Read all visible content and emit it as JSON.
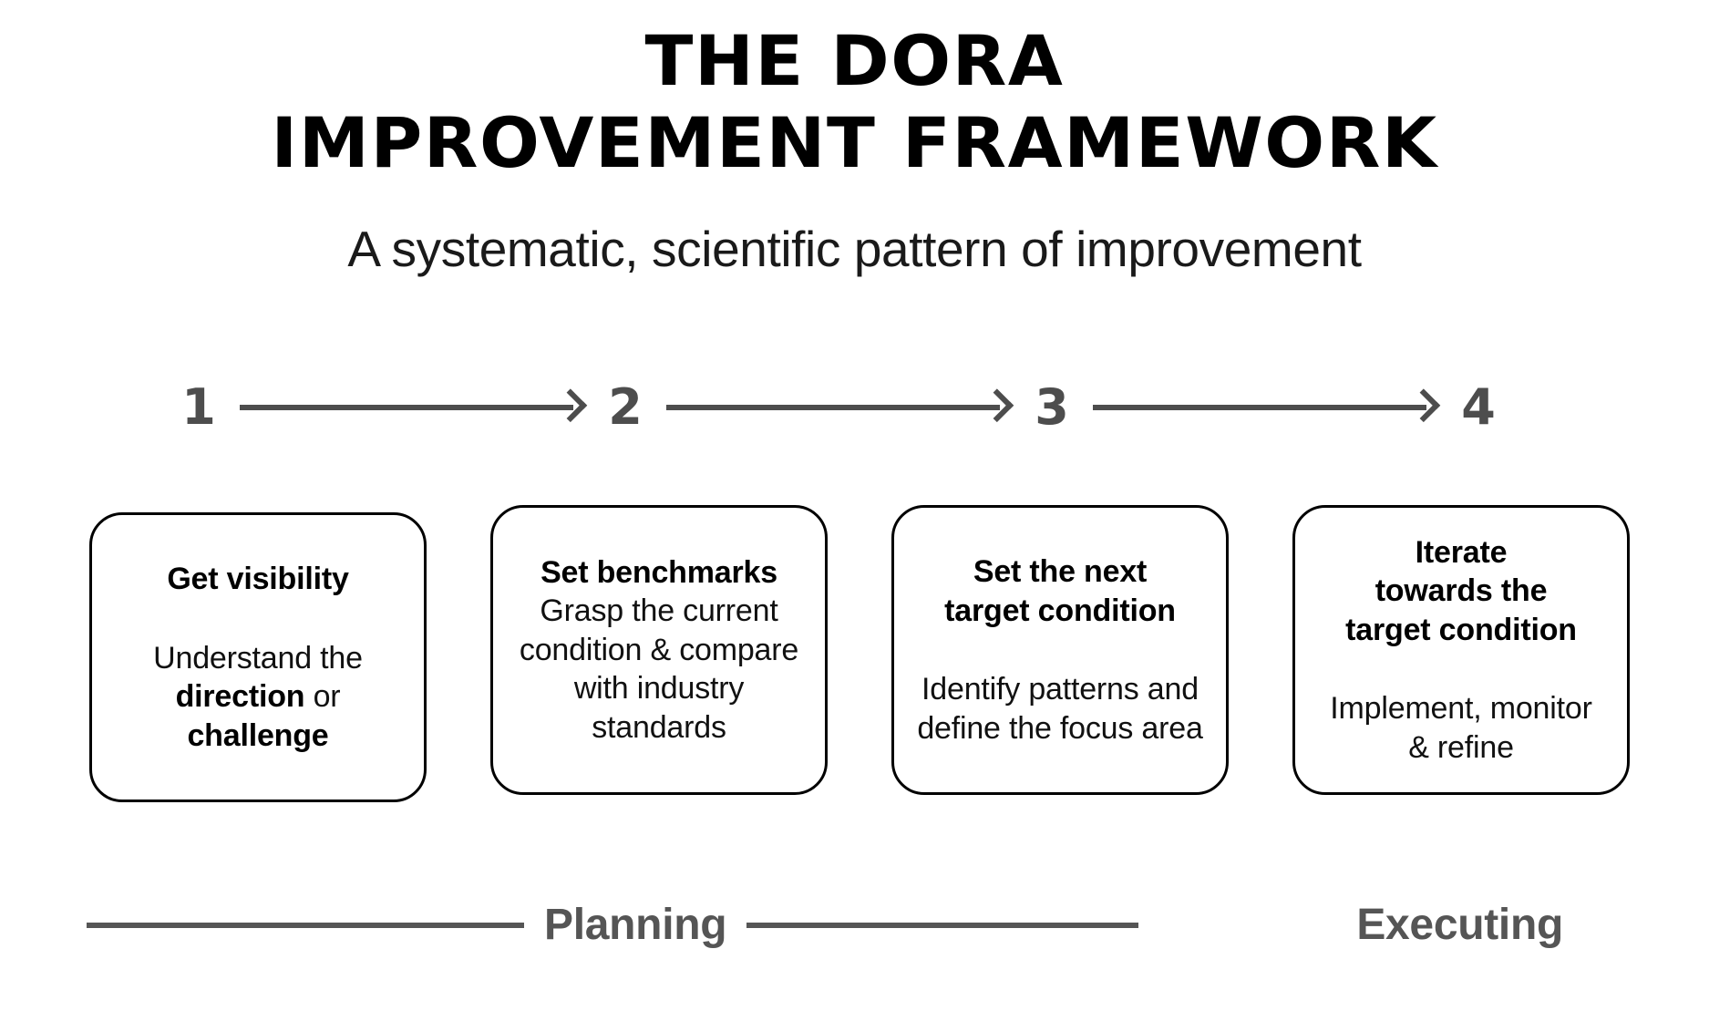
{
  "header": {
    "title_line_1": "THE DORA",
    "title_line_2": "IMPROVEMENT FRAMEWORK",
    "subtitle": "A systematic, scientific pattern of improvement"
  },
  "steps": [
    {
      "number": "1"
    },
    {
      "number": "2"
    },
    {
      "number": "3"
    },
    {
      "number": "4"
    }
  ],
  "cards": [
    {
      "title": "Get visibility",
      "body_prefix": "Understand the ",
      "body_bold_1": "direction",
      "body_mid": " or ",
      "body_bold_2": "challenge",
      "body_suffix": ""
    },
    {
      "title": "Set benchmarks",
      "body": "Grasp the current condition & compare with industry standards"
    },
    {
      "title_line_1": "Set the next",
      "title_line_2": "target condition",
      "body": "Identify patterns and define the focus area"
    },
    {
      "title_line_1": "Iterate",
      "title_line_2": "towards the",
      "title_line_3": "target condition",
      "body": "Implement, monitor & refine"
    }
  ],
  "phases": {
    "planning_label": "Planning",
    "executing_label": "Executing"
  },
  "colors": {
    "accent_gray": "#4d4d4d",
    "phase_gray": "#555555",
    "card_border": "#000000",
    "background": "#ffffff"
  }
}
